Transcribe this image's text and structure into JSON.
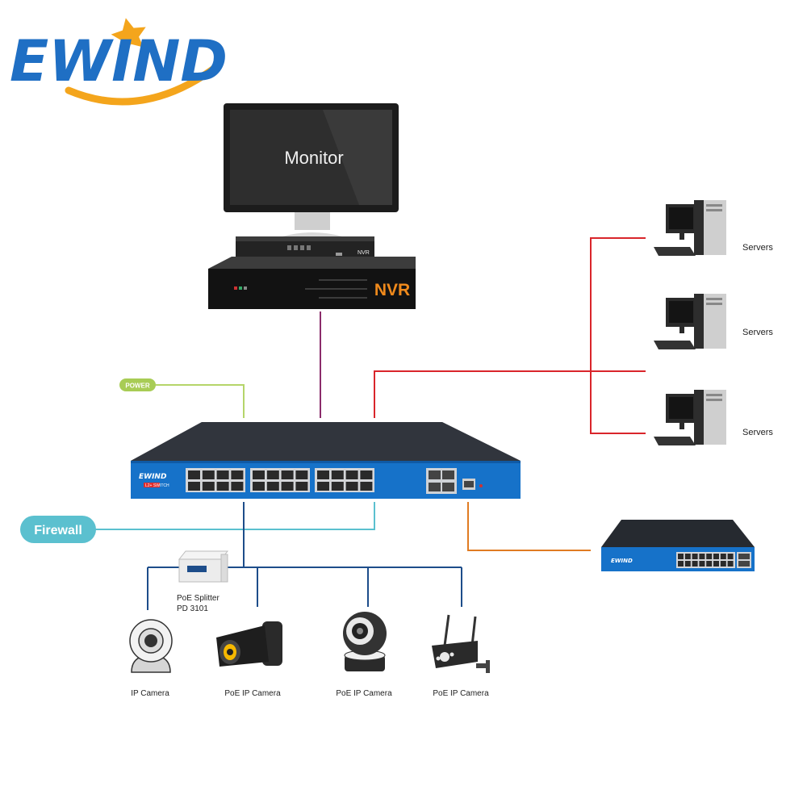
{
  "logo": {
    "text": "EWIND"
  },
  "monitor": {
    "screen_text": "Monitor"
  },
  "nvr": {
    "label": "NVR",
    "small_label": "NVR"
  },
  "power": {
    "label": "POWER"
  },
  "firewall": {
    "label": "Firewall"
  },
  "switch_main": {
    "brand": "EWIND",
    "badge": "L2+ SWITCH"
  },
  "switch_small": {
    "brand": "EWIND"
  },
  "splitter": {
    "line1": "PoE Splitter",
    "line2": "PD 3101"
  },
  "servers": [
    {
      "label": "Servers"
    },
    {
      "label": "Servers"
    },
    {
      "label": "Servers"
    }
  ],
  "cameras": [
    {
      "label": "IP Camera"
    },
    {
      "label": "PoE IP Camera"
    },
    {
      "label": "PoE IP Camera"
    },
    {
      "label": "PoE IP Camera"
    }
  ],
  "colors": {
    "logo_blue": "#1f6fc4",
    "logo_orange": "#f4a51c",
    "power_line": "#b5d56a",
    "nvr_line": "#8b2c6b",
    "server_line": "#d9252b",
    "firewall_line": "#5bc0cf",
    "switch_line": "#e07b22",
    "camera_line": "#1d4d8a",
    "nvr_label": "#f08a1c",
    "switch_front": "#1672c9"
  }
}
